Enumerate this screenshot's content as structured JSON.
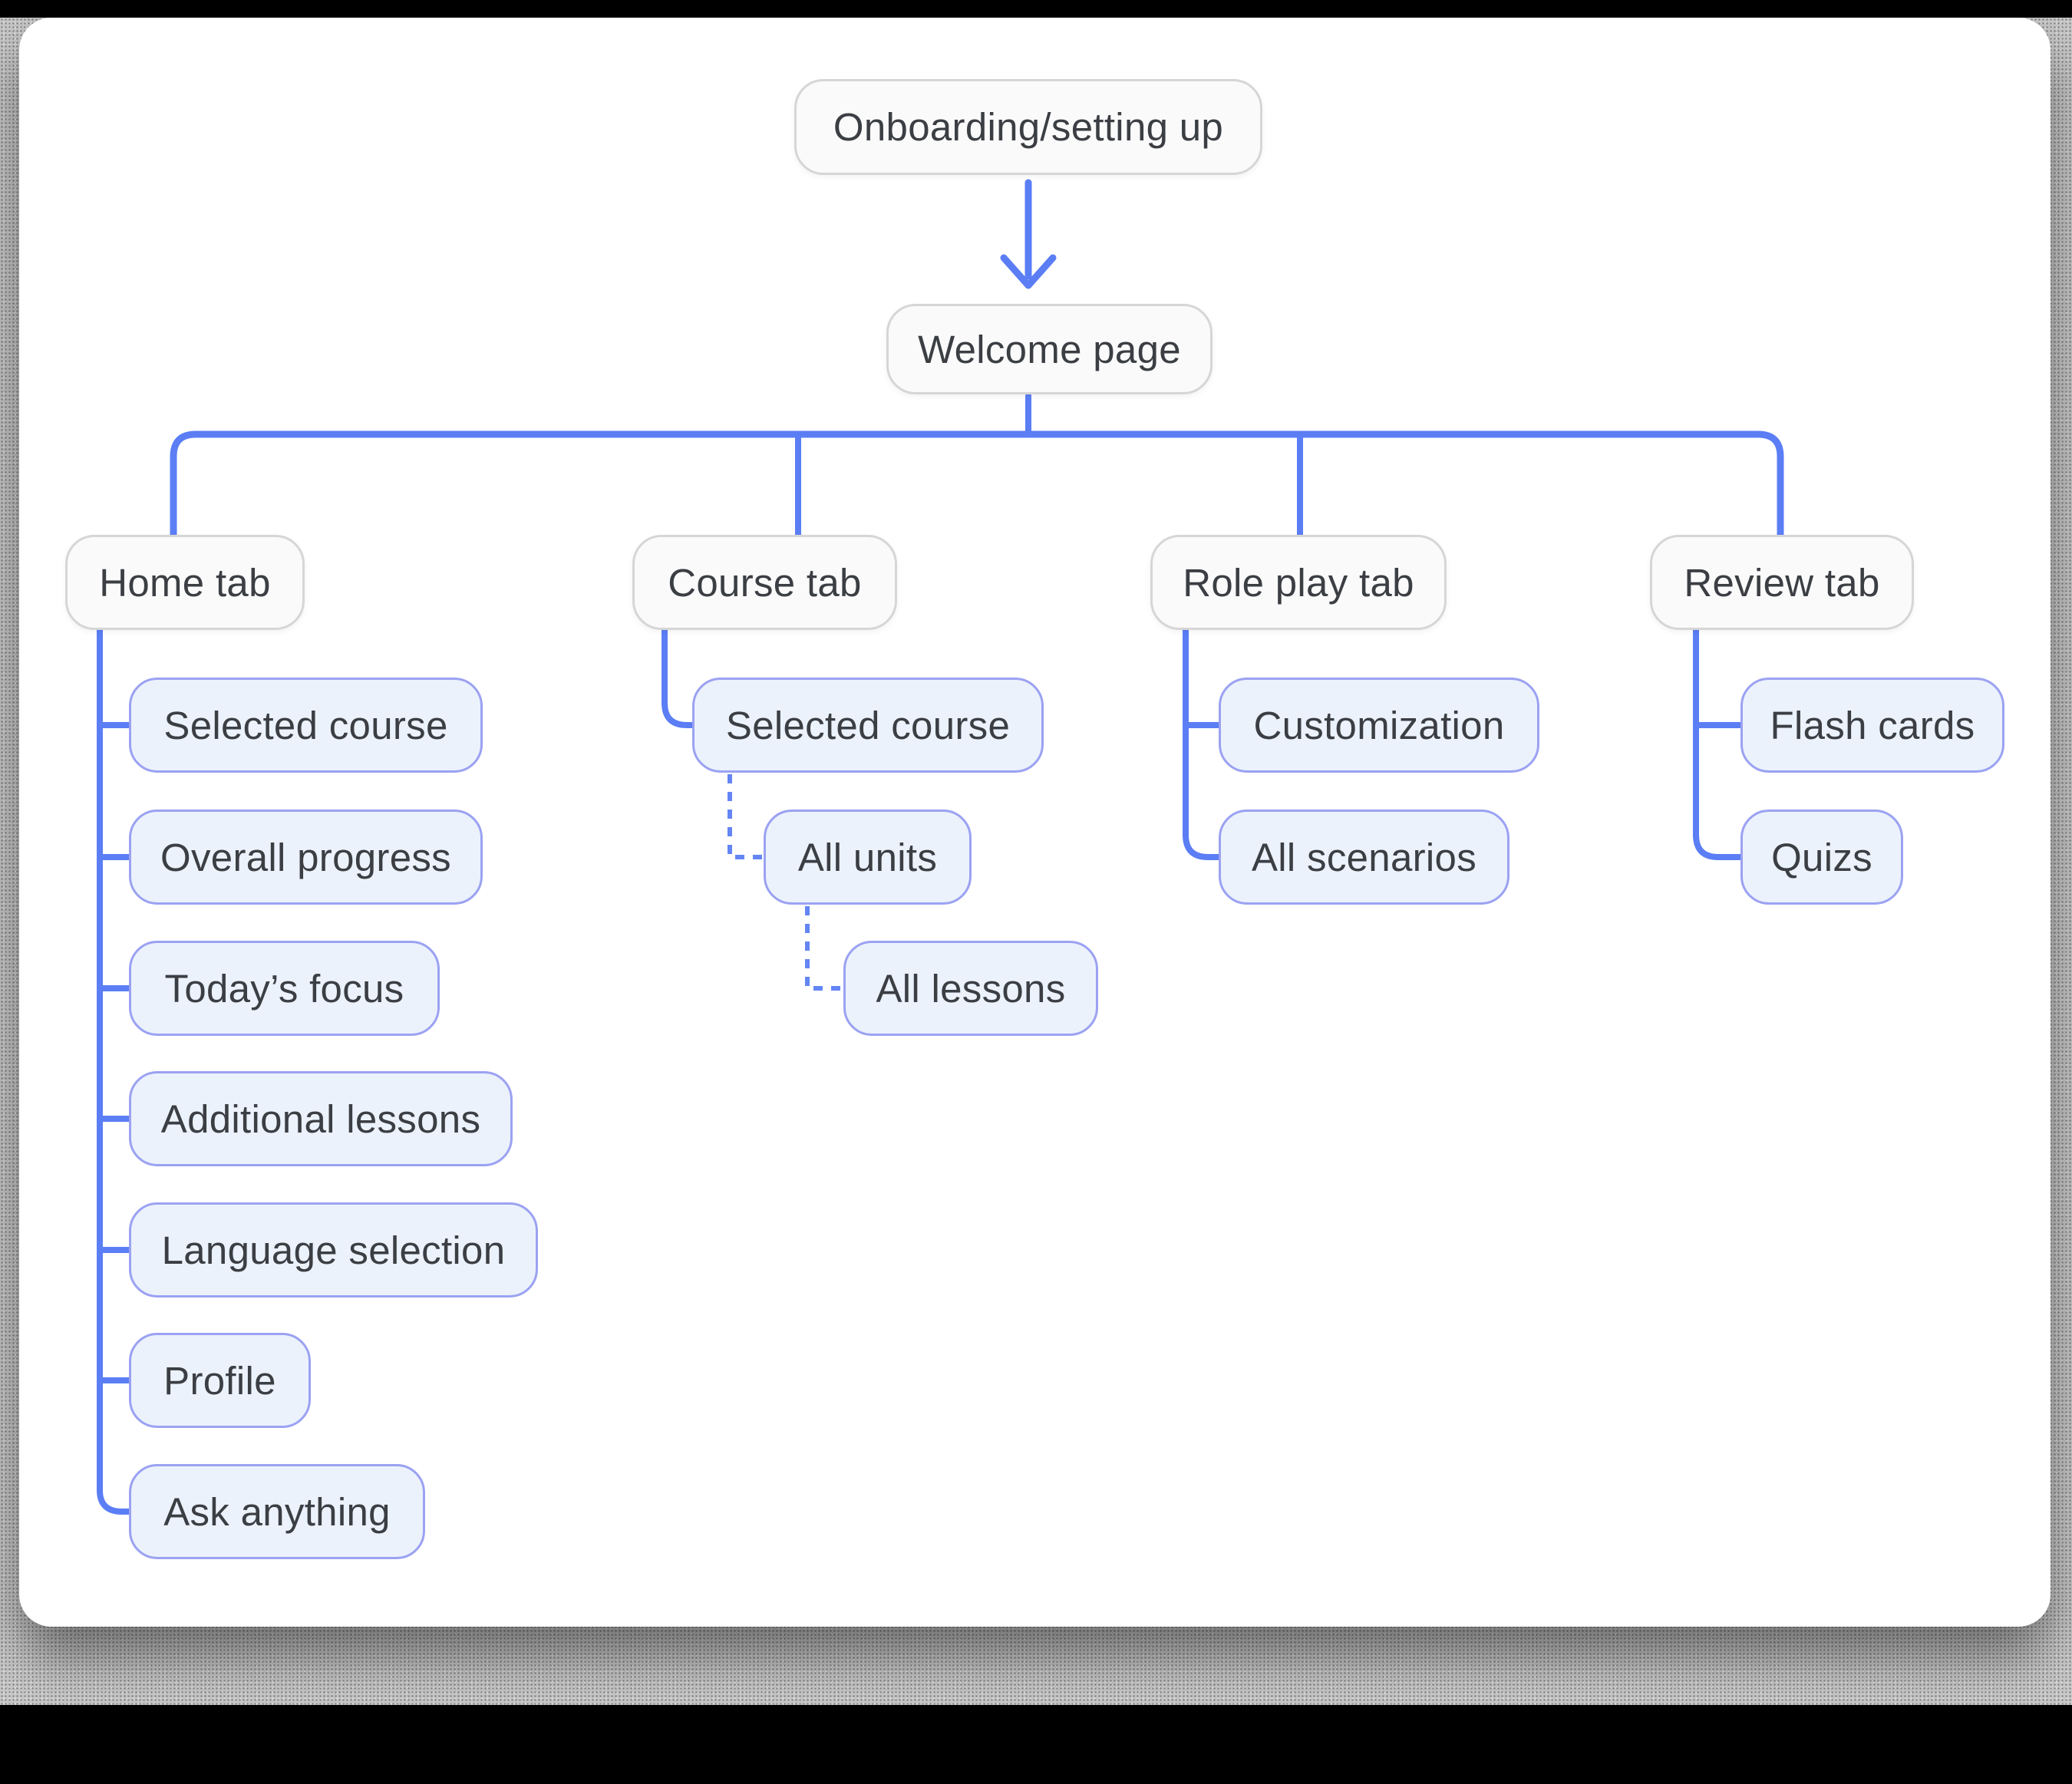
{
  "colors": {
    "connector_blue": "#5b7ef5",
    "dashed_blue": "#6486f4",
    "tab_fill": "#fafafa",
    "tab_border": "#d6d6d6",
    "child_fill": "#ebf2fc",
    "child_border": "#9ba2f2",
    "text": "#3b3e43",
    "canvas": "#ffffff",
    "matte": "#c9c9c9"
  },
  "diagram": {
    "root": {
      "label": "Onboarding/setting up"
    },
    "welcome": {
      "label": "Welcome page"
    },
    "tabs": [
      {
        "label": "Home tab",
        "children": [
          "Selected course",
          "Overall progress",
          "Today’s focus",
          "Additional lessons",
          "Language selection",
          "Profile",
          "Ask anything"
        ]
      },
      {
        "label": "Course tab",
        "children": [
          "Selected course",
          "All units",
          "All lessons"
        ]
      },
      {
        "label": "Role play tab",
        "children": [
          "Customization",
          "All scenarios"
        ]
      },
      {
        "label": "Review tab",
        "children": [
          "Flash cards",
          "Quizs"
        ]
      }
    ]
  }
}
